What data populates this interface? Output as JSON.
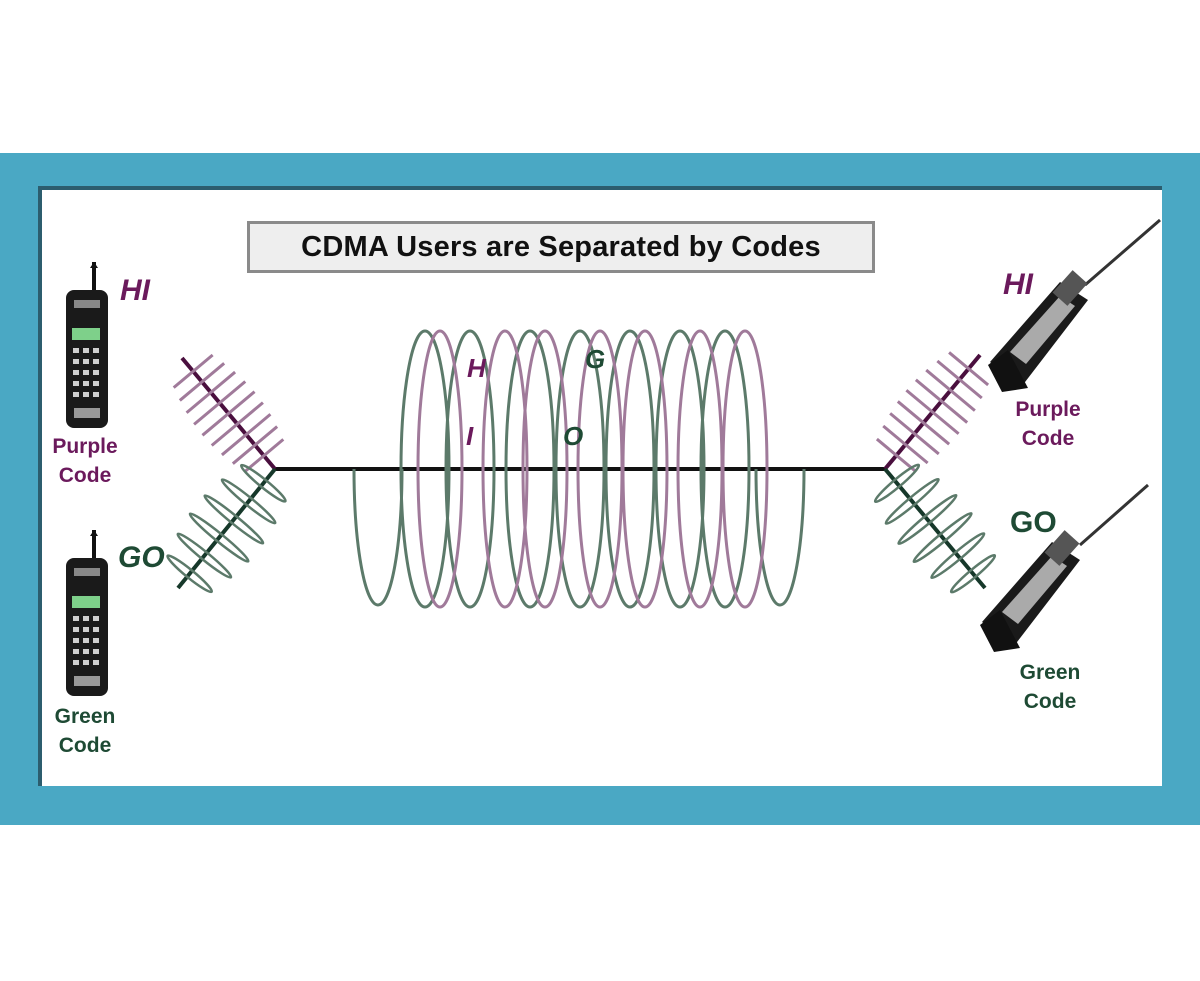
{
  "title": "CDMA Users are Separated by Codes",
  "colors": {
    "frame": "#4aa8c4",
    "purple_code": "#6b1a5c",
    "green_code": "#1e4a34",
    "purple_wave": "#a07a9a",
    "green_wave": "#5c7a6a"
  },
  "left": {
    "purple_user": {
      "message": "HI",
      "code_line1": "Purple",
      "code_line2": "Code",
      "icon": "mobile-phone-icon"
    },
    "green_user": {
      "message": "GO",
      "code_line1": "Green",
      "code_line2": "Code",
      "icon": "mobile-phone-icon"
    }
  },
  "right": {
    "purple_user": {
      "message": "HI",
      "code_line1": "Purple",
      "code_line2": "Code",
      "icon": "flip-phone-icon"
    },
    "green_user": {
      "message": "GO",
      "code_line1": "Green",
      "code_line2": "Code",
      "icon": "flip-phone-icon"
    }
  },
  "channel": {
    "purple_letters": [
      "H",
      "I"
    ],
    "green_letters": [
      "G",
      "O"
    ]
  }
}
